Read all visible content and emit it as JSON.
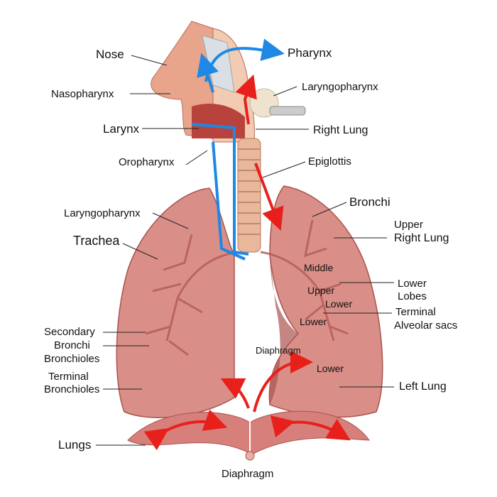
{
  "colors": {
    "lung": "#d98f88",
    "lung_dark": "#a9524f",
    "bronchi": "#b35a55",
    "trachea": "#e9b79a",
    "diaphragm": "#d77f7a",
    "air_in": "#1e88e5",
    "air_out": "#e8201c"
  },
  "labels": {
    "nose": "Nose",
    "pharynx": "Pharynx",
    "nasopharynx": "Nasopharynx",
    "laryngopharynx_top": "Laryngopharynx",
    "larynx": "Larynx",
    "right_lung_top": "Right Lung",
    "oropharynx": "Oropharynx",
    "epiglottis": "Epiglottis",
    "bronchi": "Bronchi",
    "laryngopharynx_left": "Laryngopharynx",
    "upper_right": "Upper",
    "right_lung": "Right Lung",
    "trachea": "Trachea",
    "middle": "Middle",
    "lower_lobes_1": "Lower",
    "lower_lobes_2": "Lobes",
    "upper_inner": "Upper",
    "lower_inner_1": "Lower",
    "terminal_alveolar_1": "Terminal",
    "terminal_alveolar_2": "Alveolar sacs",
    "lower_inner_2": "Lower",
    "secondary": "Secondary",
    "secondary_bronchi": "Bronchi",
    "bronchioles": "Bronchioles",
    "diaphragm_mid": "Diaphragm",
    "terminal": "Terminal",
    "terminal_bronchioles": "Bronchioles",
    "lower_inner_3": "Lower",
    "left_lung": "Left Lung",
    "lungs": "Lungs",
    "diaphragm_bottom": "Diaphragm"
  }
}
